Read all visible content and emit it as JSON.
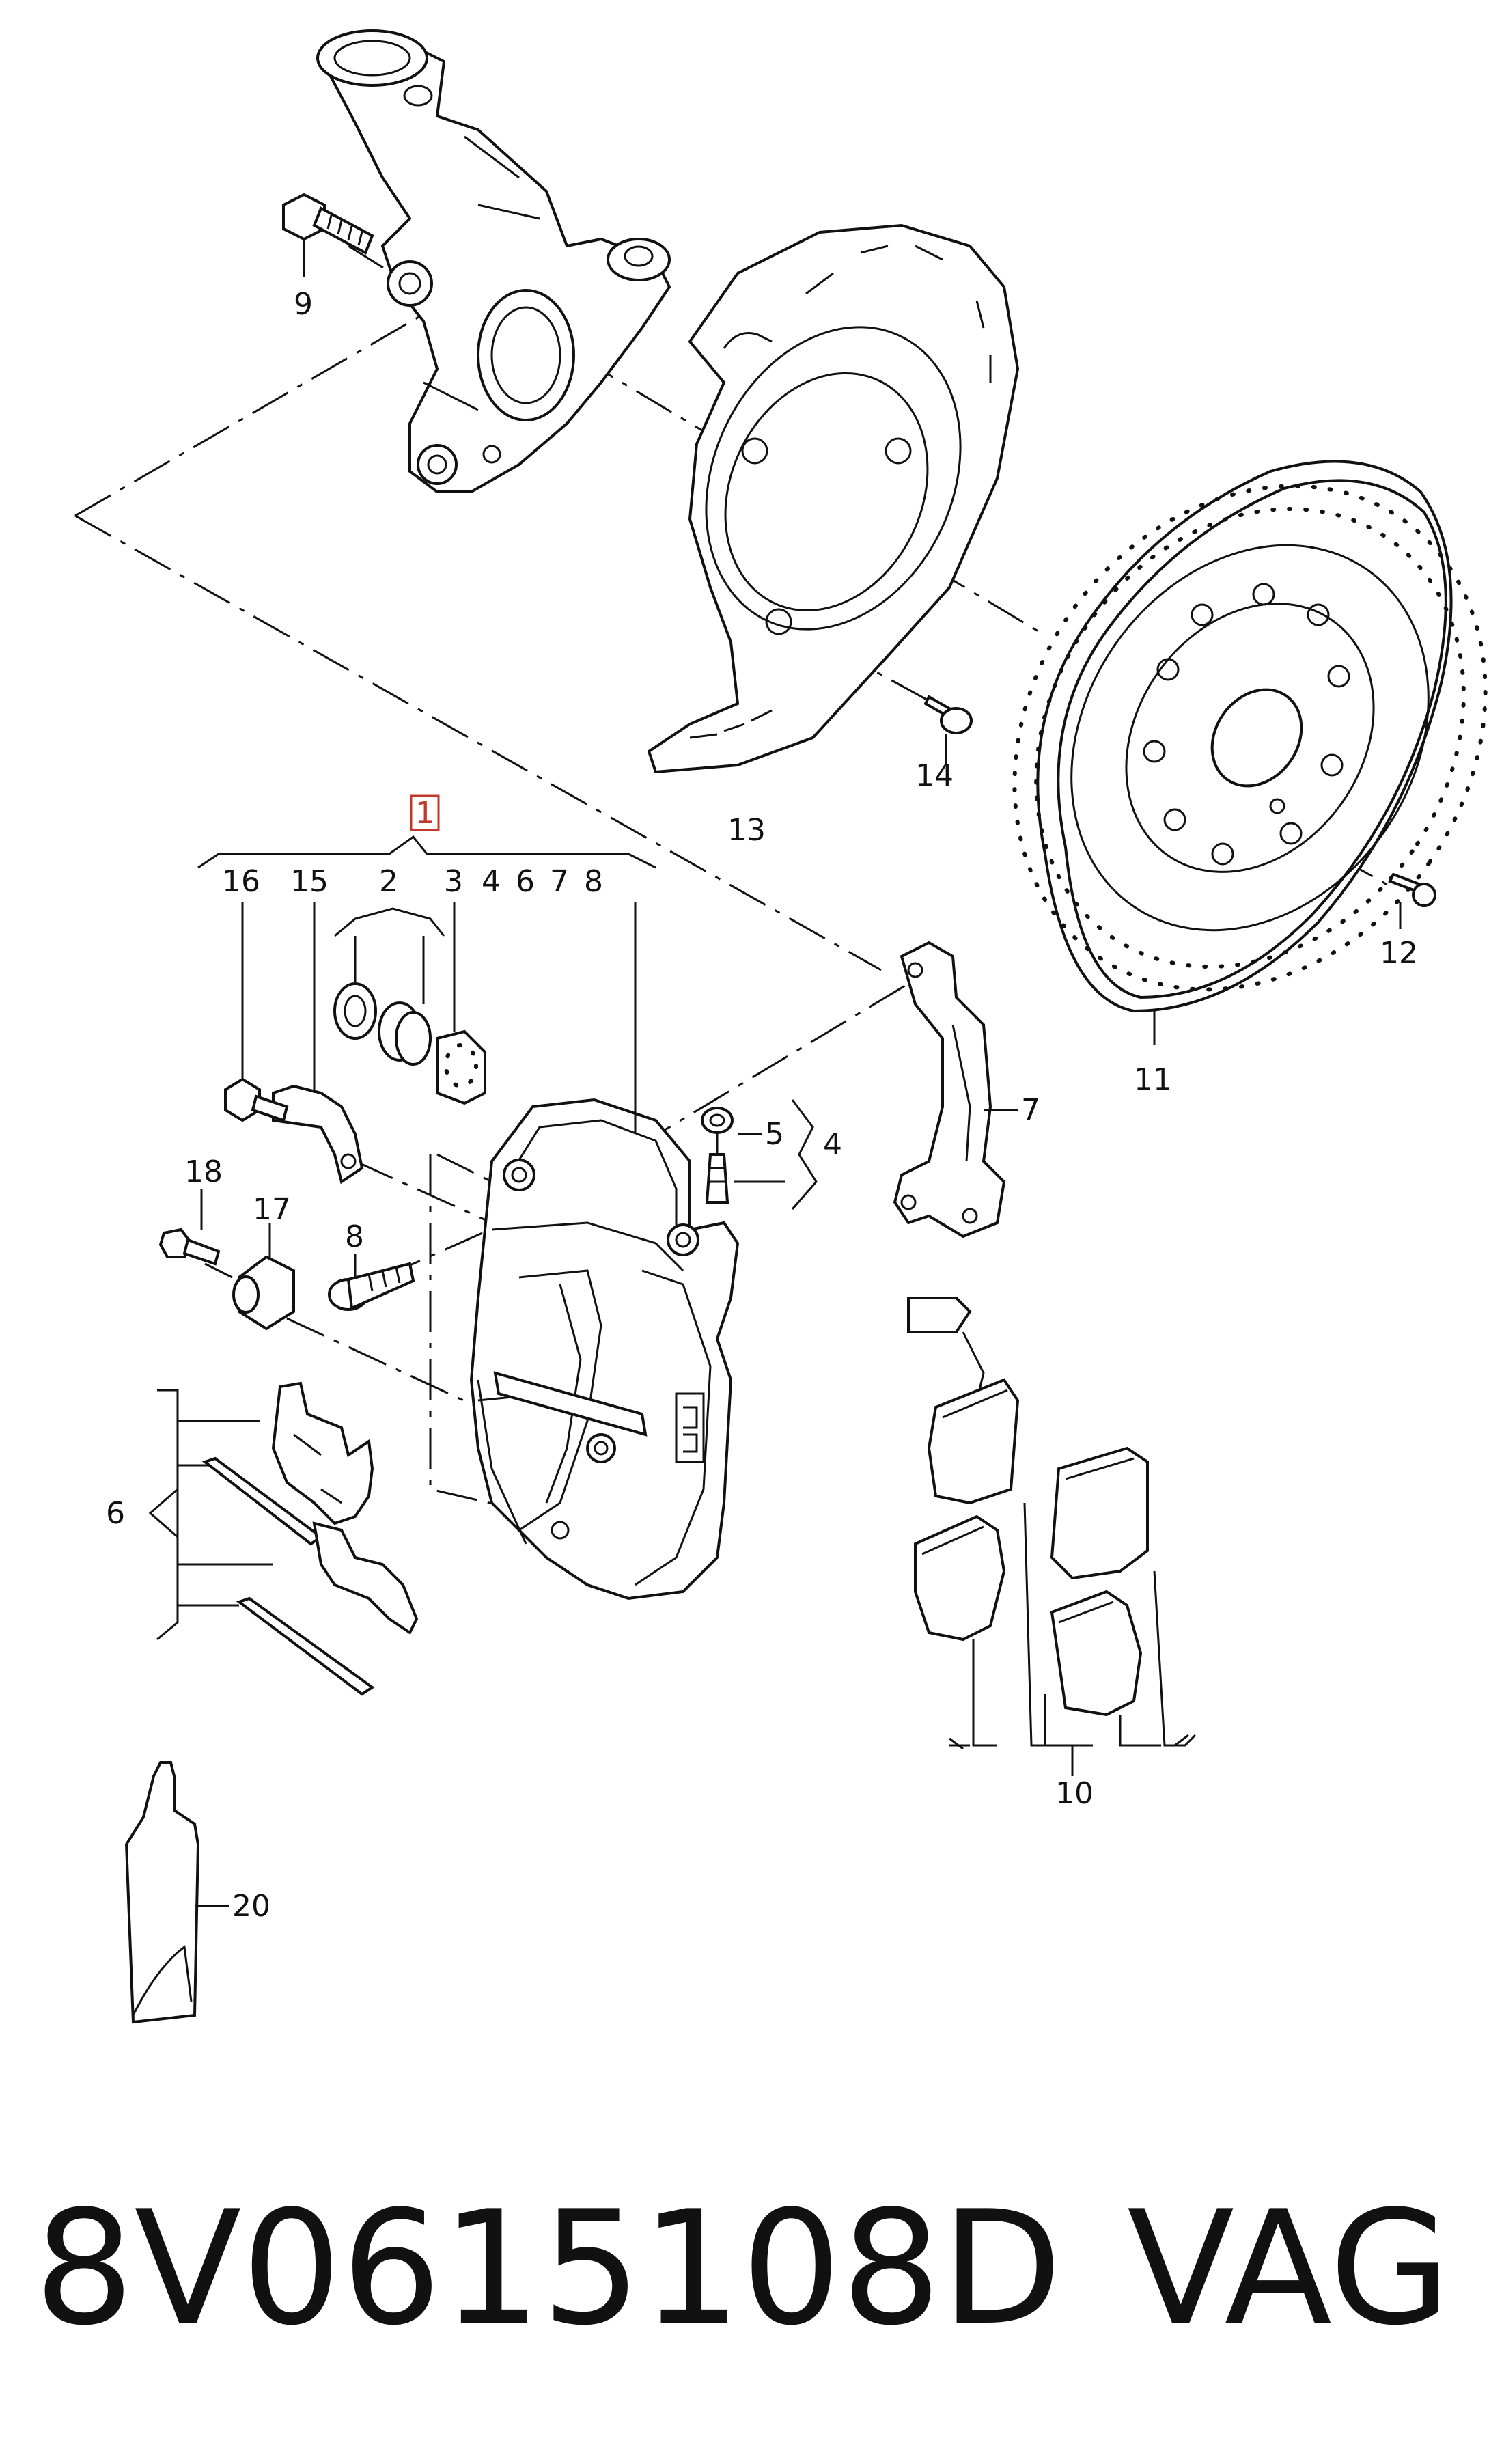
{
  "labels": {
    "l1": "1",
    "l2": "2",
    "l3": "3",
    "l4a": "4",
    "l4b": "4",
    "l5": "5",
    "l6a": "6",
    "l6b": "6",
    "l7a": "7",
    "l7b": "7",
    "l8a": "8",
    "l8b": "8",
    "l9": "9",
    "l10": "10",
    "l11": "11",
    "l12": "12",
    "l13": "13",
    "l14": "14",
    "l15": "15",
    "l16": "16",
    "l17": "17",
    "l18": "18",
    "l20": "20"
  },
  "footer": {
    "part_number": "8V0615108D",
    "brand": "VAG"
  },
  "colors": {
    "line": "#111111",
    "highlight": "#c0392b",
    "background": "#ffffff"
  }
}
